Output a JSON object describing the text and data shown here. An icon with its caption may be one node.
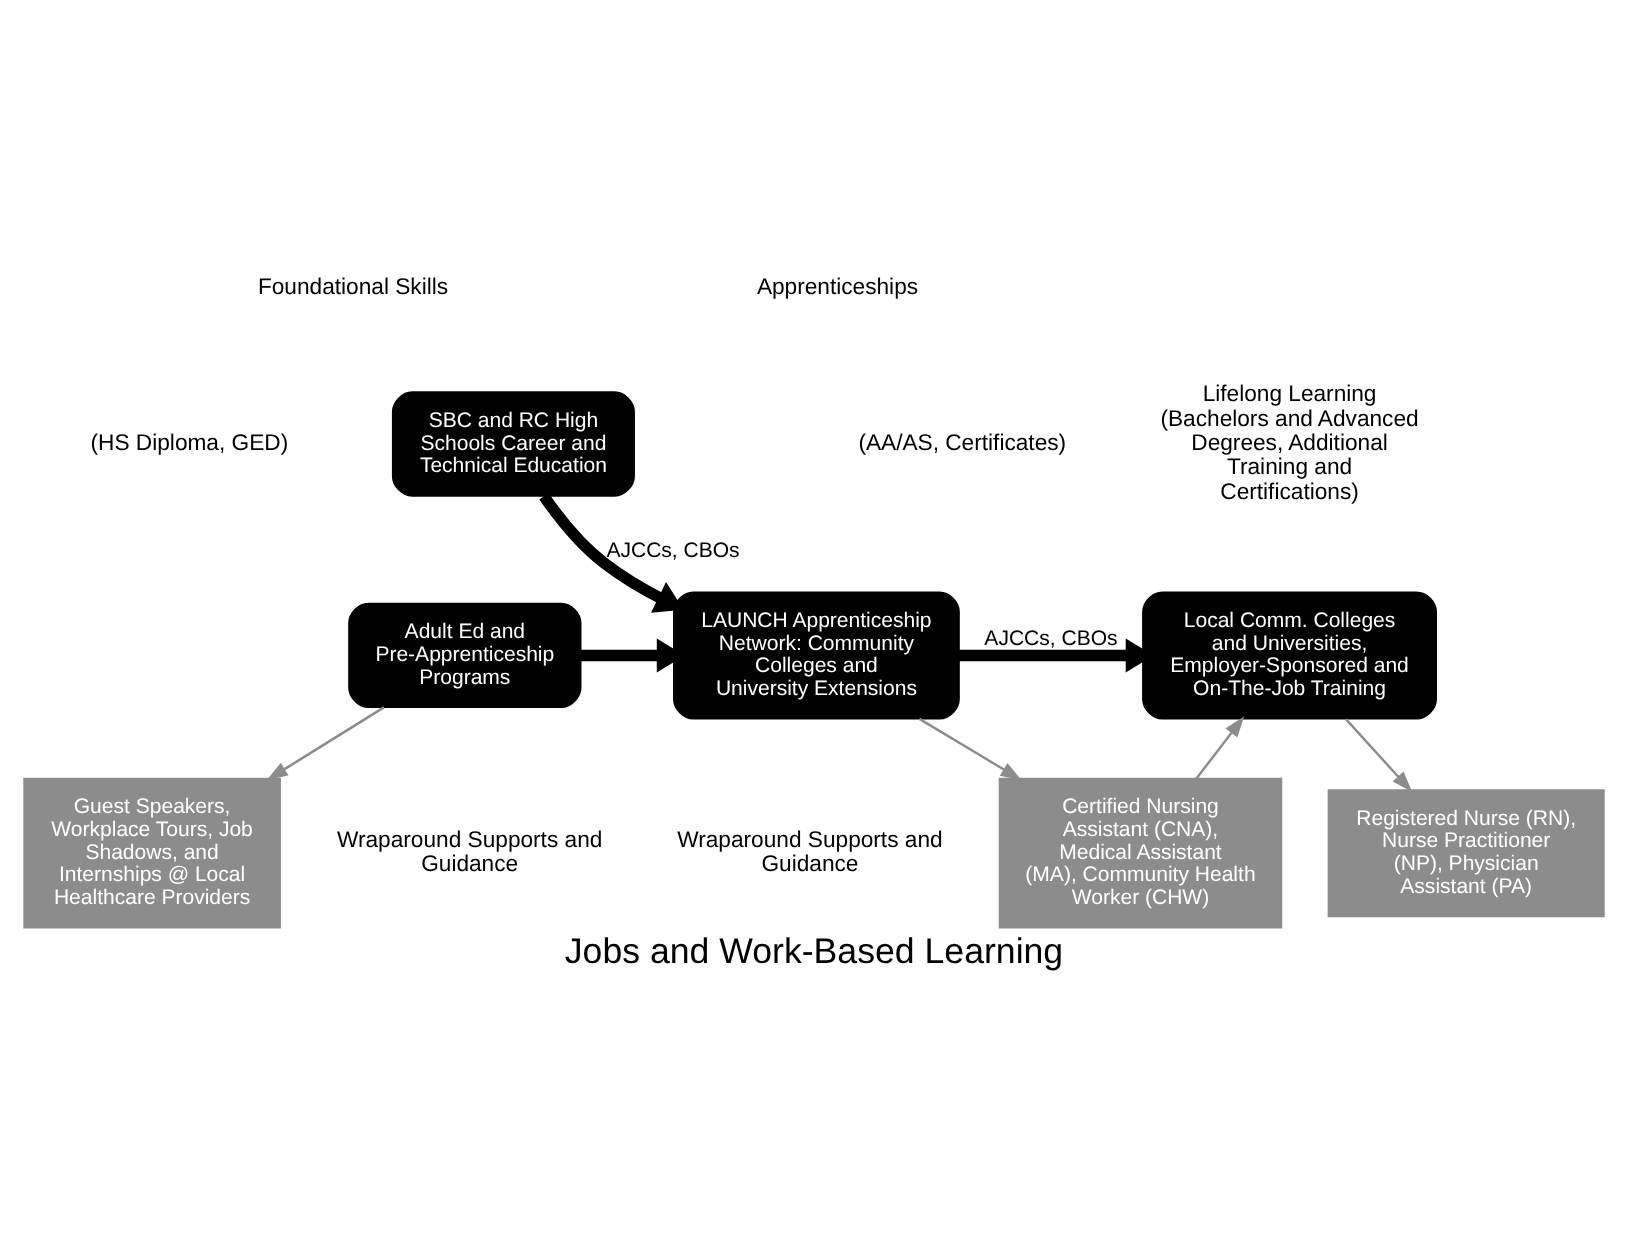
{
  "diagram": {
    "caption": "Jobs and Work-Based Learning",
    "nodes": [
      {
        "text": [
          "SBC and RC High Schools Career and Technical Education"
        ]
      },
      {
        "text": [
          "Adult Ed and Pre-Apprenticeship Programs"
        ]
      },
      {
        "text": [
          "LAUNCH Apprenticeship Network: Community Colleges and University Extensions"
        ]
      },
      {
        "text": [
          "Local Comm. Colleges and Universities, Employer-Sponsored and On-The-Job Training"
        ]
      },
      {
        "text": [
          "Guest Speakers, Workplace Tours, Job Shadows, and Internships @ Local Healthcare Providers"
        ]
      },
      {
        "text": [
          "Certified Nursing Assistant (CNA), Medical Assistant (MA), Community Health Worker (CHW)"
        ]
      },
      {
        "text": [
          "Registered Nurse (RN), Nurse Practitioner (NP), Physician Assistant (PA)"
        ]
      }
    ],
    "edges": [
      {
        "from": 0,
        "to": 2,
        "arrow": "to",
        "label": "AJCCs, CBOs",
        "style": "thick",
        "color": "#000000"
      },
      {
        "from": 1,
        "to": 2,
        "arrow": "to",
        "style": "thick",
        "color": "#000000"
      },
      {
        "from": 2,
        "to": 3,
        "arrow": "to",
        "label": "AJCCs, CBOs",
        "style": "thick",
        "color": "#000000"
      },
      {
        "from": 1,
        "to": 4,
        "arrow": "to"
      },
      {
        "from": 2,
        "to": 5,
        "arrow": "to"
      },
      {
        "from": 5,
        "to": 3,
        "arrow": "to"
      },
      {
        "from": 3,
        "to": 6,
        "arrow": "to"
      }
    ],
    "labels": [
      "Foundational Skills",
      "(HS Diploma, GED)",
      "Apprenticeships",
      "(AA/AS, Certificates)",
      "Lifelong Learning (Bachelors and Advanced Degrees, Additional Training and Certifications)",
      "Wraparound Supports and Guidance",
      "Wraparound Supports and Guidance"
    ]
  }
}
